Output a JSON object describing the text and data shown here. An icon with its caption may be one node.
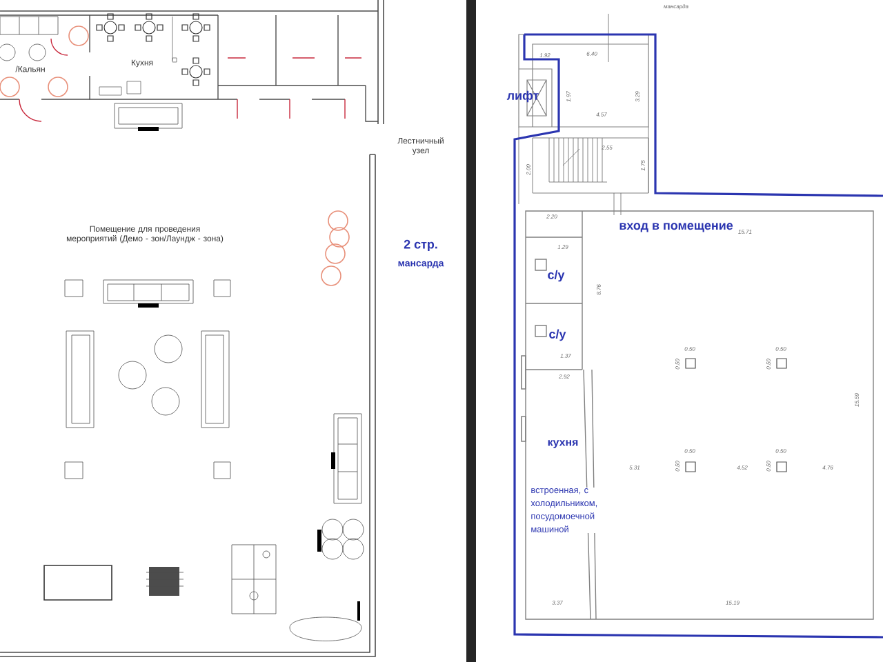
{
  "diagram": {
    "labels": [
      "/Кальян",
      "Кухня",
      "Лестничный узел",
      "Помещение для проведения мероприятий (Демо - зон/Лаундж - зона)",
      "2 стр.",
      "мансарда",
      "мансарда",
      "1.92",
      "6.40",
      "лифт",
      "1.97",
      "3.29",
      "4.57",
      "2.55",
      "2.00",
      "1.75",
      "2.20",
      "вход в помещение",
      "15.71",
      "1.29",
      "с/у",
      "8.76",
      "с/у",
      "1.37",
      "2.92",
      "0.50",
      "0.50",
      "0.50",
      "0.50",
      "0.50",
      "0.50",
      "0.50",
      "0.50",
      "кухня",
      "встроенная, с холодильником, посудомоечной машиной",
      "5.31",
      "4.52",
      "4.76",
      "15.59",
      "3.37",
      "15.19"
    ]
  }
}
